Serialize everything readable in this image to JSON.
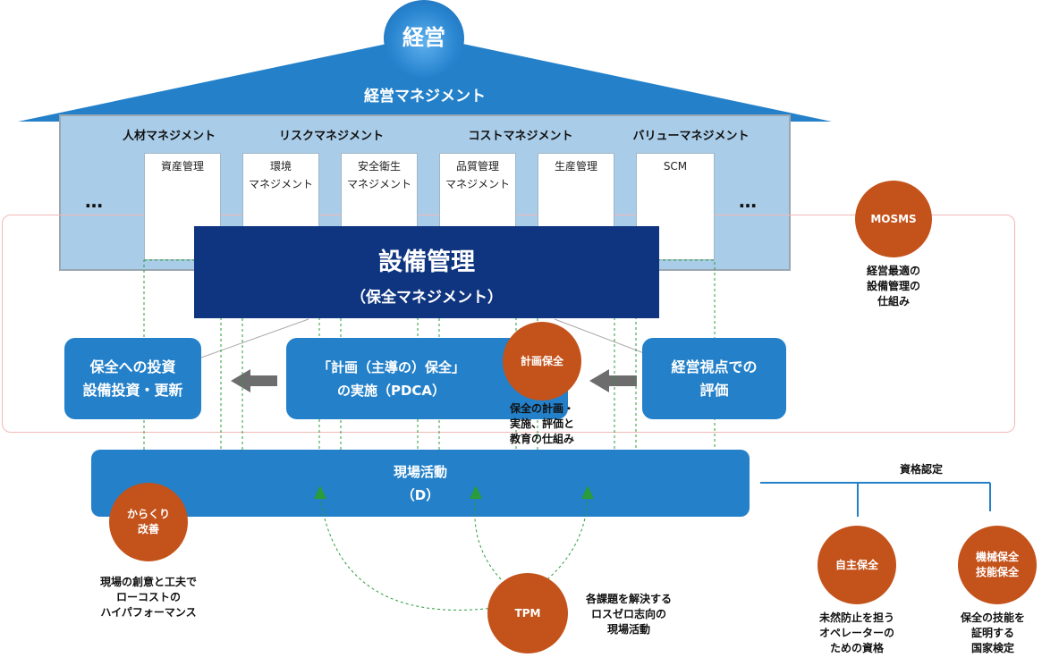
{
  "roof": {
    "top_circle": "経営",
    "title": "経営マネジメント"
  },
  "management_areas": [
    "人材マネジメント",
    "リスクマネジメント",
    "コストマネジメント",
    "バリューマネジメント"
  ],
  "cards": [
    {
      "line1": "資産管理",
      "line2": ""
    },
    {
      "line1": "環境",
      "line2": "マネジメント"
    },
    {
      "line1": "安全衛生",
      "line2": "マネジメント"
    },
    {
      "line1": "品質管理",
      "line2": "マネジメント"
    },
    {
      "line1": "生産管理",
      "line2": ""
    },
    {
      "line1": "SCM",
      "line2": ""
    }
  ],
  "ellipsis": "…",
  "equipment": {
    "title": "設備管理",
    "subtitle": "（保全マネジメント）"
  },
  "boxes": {
    "left": {
      "line1": "保全への投資",
      "line2": "設備投資・更新"
    },
    "center": {
      "line1": "「計画（主導の）保全」",
      "line2": "の実施（PDCA）"
    },
    "right": {
      "line1": "経営視点での",
      "line2": "評価"
    }
  },
  "field": {
    "line1": "現場活動",
    "line2": "（D）"
  },
  "circles": {
    "mosms": "MOSMS",
    "planned": "計画保全",
    "karakuri": [
      "からくり",
      "改善"
    ],
    "tpm": "TPM",
    "autonomous": "自主保全",
    "machine": [
      "機械保全",
      "技能保全"
    ]
  },
  "notes": {
    "mosms": [
      "経営最適の",
      "設備管理の",
      "仕組み"
    ],
    "planned": [
      "保全の計画・",
      "実施、評価と",
      "教育の仕組み"
    ],
    "karakuri": [
      "現場の創意と工夫で",
      "ローコストの",
      "ハイパフォーマンス"
    ],
    "tpm": [
      "各課題を解決する",
      "ロスゼロ志向の",
      "現場活動"
    ],
    "autonomous": [
      "未然防止を担う",
      "オペレーターの",
      "ための資格"
    ],
    "machine": [
      "保全の技能を",
      "証明する",
      "国家検定"
    ],
    "certification": "資格認定"
  },
  "colors": {
    "roof": "#2380c9",
    "walls": "#a9cce8",
    "navy": "#0f3580",
    "box": "#2380c9",
    "orange": "#c4521b",
    "dashed_green": "#2a9c3a",
    "frame": "#f2b8b8"
  }
}
